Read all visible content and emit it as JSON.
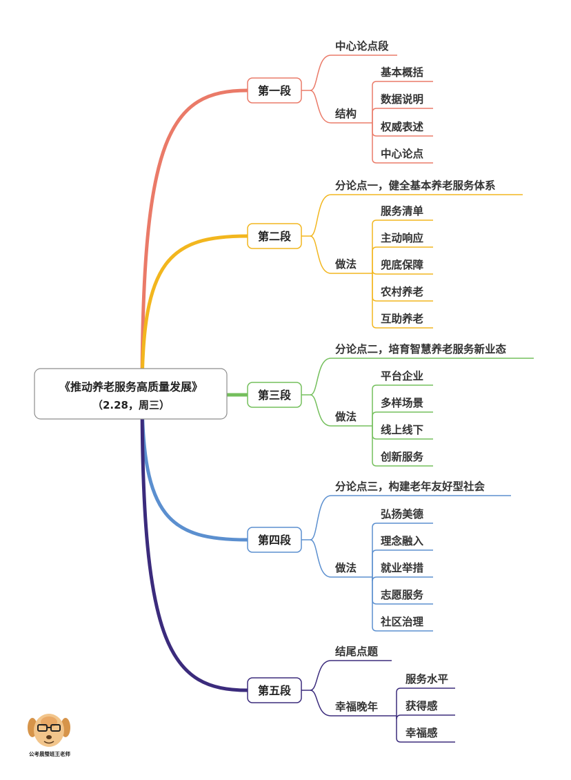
{
  "root": {
    "title": "《推动养老服务高质量发展》",
    "subtitle": "（2.28，周三）"
  },
  "branches": [
    {
      "label": "第一段",
      "color": "#EA7A68",
      "point": "中心论点段",
      "group": "结构",
      "items": [
        "基本概括",
        "数据说明",
        "权威表述",
        "中心论点"
      ]
    },
    {
      "label": "第二段",
      "color": "#F2B61E",
      "point": "分论点一，健全基本养老服务体系",
      "group": "做法",
      "items": [
        "服务清单",
        "主动响应",
        "兜底保障",
        "农村养老",
        "互助养老"
      ]
    },
    {
      "label": "第三段",
      "color": "#74BF5C",
      "point": "分论点二，培育智慧养老服务新业态",
      "group": "做法",
      "items": [
        "平台企业",
        "多样场景",
        "线上线下",
        "创新服务"
      ]
    },
    {
      "label": "第四段",
      "color": "#5B8FCF",
      "point": "分论点三，构建老年友好型社会",
      "group": "做法",
      "items": [
        "弘扬美德",
        "理念融入",
        "就业举措",
        "志愿服务",
        "社区治理"
      ]
    },
    {
      "label": "第五段",
      "color": "#3B2B7C",
      "point": "结尾点题",
      "group": "幸福晚年",
      "items": [
        "服务水平",
        "获得感",
        "幸福感"
      ]
    }
  ],
  "watermark": {
    "text": "公考晨瑩班王老师",
    "icon": "cartoon-dog-with-glasses-icon"
  }
}
